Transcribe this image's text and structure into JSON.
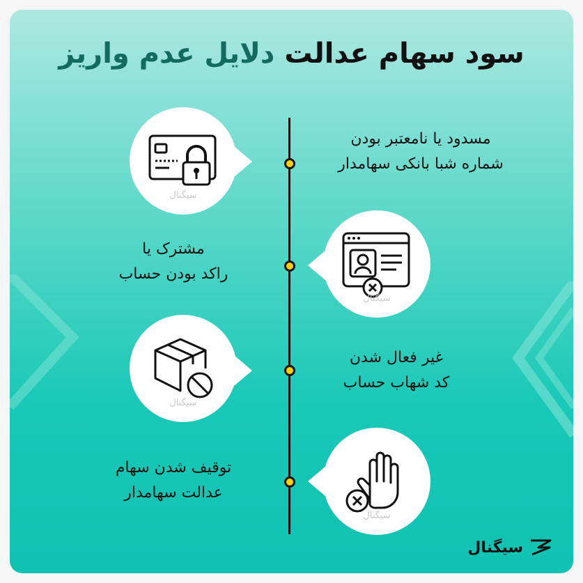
{
  "title": {
    "part_dark": "دلایل عدم واریز",
    "part_black": "سود سهام عدالت"
  },
  "colors": {
    "title_dark": "#136b60",
    "accent_dot": "#f5d10a",
    "background_top": "#aee8e1",
    "background_bottom": "#10c2b1"
  },
  "items": [
    {
      "line1": "مسدود یا نامعتبر بودن",
      "line2": "شماره شبا بانکی سهامدار",
      "icon": "credit-card-lock-icon",
      "watermark": "سیگنال"
    },
    {
      "line1": "مشترک یا",
      "line2": "راکد بودن حساب",
      "icon": "profile-window-x-icon",
      "watermark": "سیگنال"
    },
    {
      "line1": "غیر فعال شدن",
      "line2": "کد شهاب حساب",
      "icon": "box-blocked-icon",
      "watermark": "سیگنال"
    },
    {
      "line1": "توقیف شدن سهام",
      "line2": "عدالت سهامدار",
      "icon": "hand-stop-x-icon",
      "watermark": "سیگنال"
    }
  ],
  "brand": {
    "name": "سیگنال",
    "icon": "signal-logo-icon"
  }
}
